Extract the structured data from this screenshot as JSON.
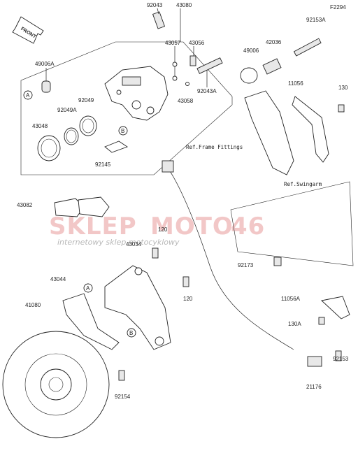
{
  "diagram_code": "F2294",
  "front_label": "FRONT",
  "watermark": {
    "brand_part1": "SKLEP",
    "brand_part2": "MOTO",
    "brand_part3": "46",
    "tagline": "internetowy sklep motocyklowy"
  },
  "references": {
    "frame": "Ref.Frame Fittings",
    "swingarm": "Ref.Swingarm"
  },
  "markers": {
    "a": "A",
    "b": "B"
  },
  "parts": {
    "p92043": "92043",
    "p43080": "43080",
    "p92153A": "92153A",
    "p43057": "43057",
    "p43056": "43056",
    "p42036": "42036",
    "p49006A": "49006A",
    "p49006": "49006",
    "p92049": "92049",
    "p92049A": "92049A",
    "p92043A": "92043A",
    "p43058": "43058",
    "p11056": "11056",
    "p130": "130",
    "p43048": "43048",
    "p92145": "92145",
    "p43082": "43082",
    "p120a": "120",
    "p43034": "43034",
    "p92173": "92173",
    "p43044": "43044",
    "p120b": "120",
    "p41080": "41080",
    "p11056A": "11056A",
    "p130A": "130A",
    "p92153": "92153",
    "p92154": "92154",
    "p21176": "21176"
  }
}
